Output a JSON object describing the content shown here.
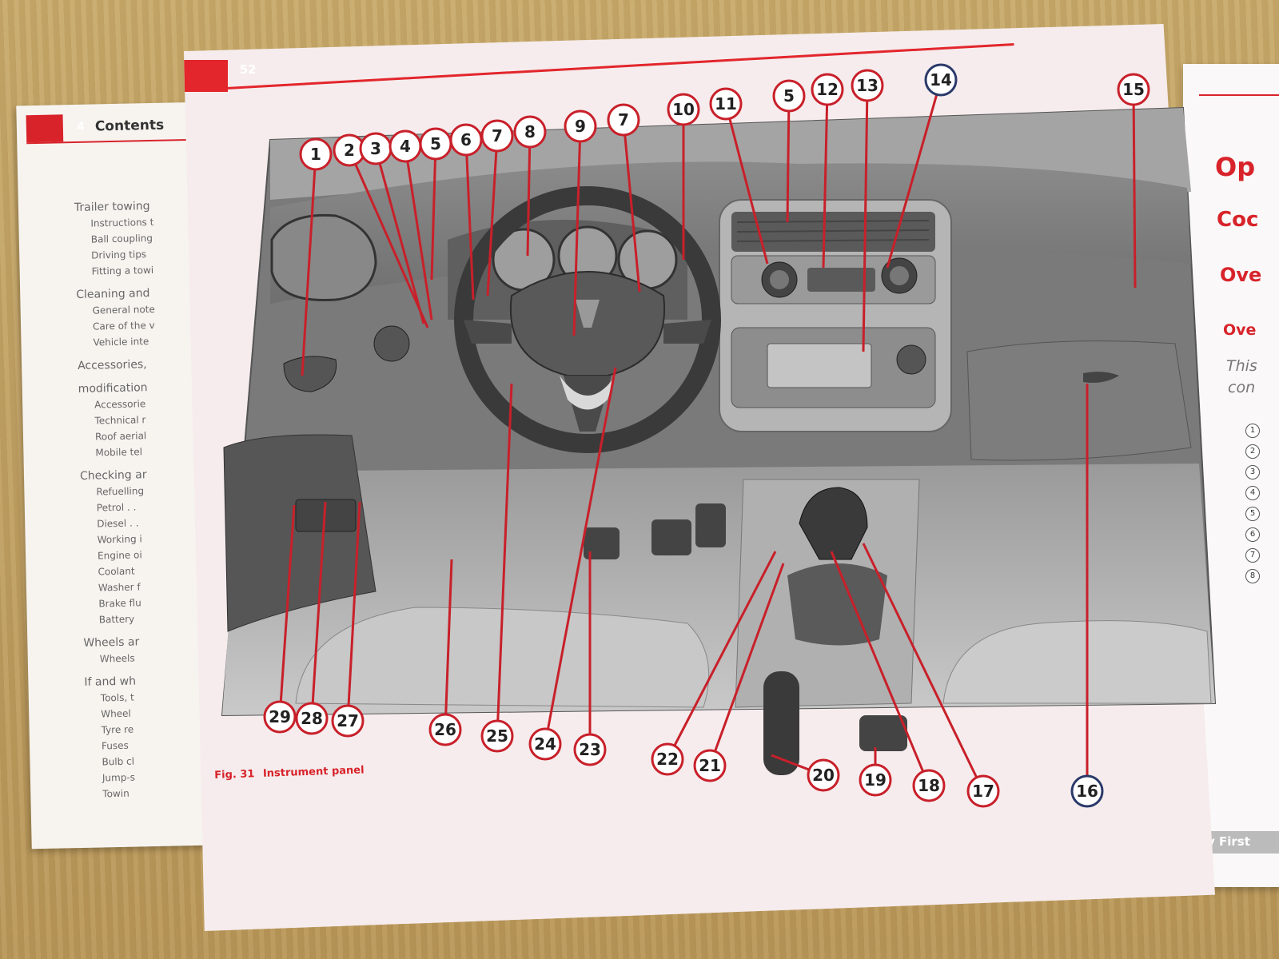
{
  "back_booklet": {
    "page_number": "4",
    "title": "Contents",
    "toc": [
      {
        "text": "Trailer towing",
        "level": "h"
      },
      {
        "text": "Instructions t",
        "level": "s"
      },
      {
        "text": "Ball coupling",
        "level": "s"
      },
      {
        "text": "Driving tips",
        "level": "s"
      },
      {
        "text": "Fitting a towi",
        "level": "s"
      },
      {
        "text": "Cleaning and",
        "level": "h"
      },
      {
        "text": "General note",
        "level": "s"
      },
      {
        "text": "Care of the v",
        "level": "s"
      },
      {
        "text": "Vehicle inte",
        "level": "s"
      },
      {
        "text": "Accessories,",
        "level": "h"
      },
      {
        "text": "modification",
        "level": "h"
      },
      {
        "text": "Accessorie",
        "level": "s"
      },
      {
        "text": "Technical r",
        "level": "s"
      },
      {
        "text": "Roof aerial",
        "level": "s"
      },
      {
        "text": "Mobile tel",
        "level": "s"
      },
      {
        "text": "Checking ar",
        "level": "h"
      },
      {
        "text": "Refuelling",
        "level": "s"
      },
      {
        "text": "Petrol  . .",
        "level": "s"
      },
      {
        "text": "Diesel  . .",
        "level": "s"
      },
      {
        "text": "Working i",
        "level": "s"
      },
      {
        "text": "Engine oi",
        "level": "s"
      },
      {
        "text": "Coolant",
        "level": "s"
      },
      {
        "text": "Washer f",
        "level": "s"
      },
      {
        "text": "Brake flu",
        "level": "s"
      },
      {
        "text": "Battery",
        "level": "s"
      },
      {
        "text": "Wheels ar",
        "level": "h"
      },
      {
        "text": "Wheels",
        "level": "s"
      },
      {
        "text": "If and wh",
        "level": "h"
      },
      {
        "text": "Tools, t",
        "level": "s"
      },
      {
        "text": "Wheel",
        "level": "s"
      },
      {
        "text": "Tyre re",
        "level": "s"
      },
      {
        "text": "Fuses",
        "level": "s"
      },
      {
        "text": "Bulb cl",
        "level": "s"
      },
      {
        "text": "Jump-s",
        "level": "s"
      },
      {
        "text": "Towin",
        "level": "s"
      }
    ]
  },
  "right_booklet": {
    "heading1": "Op",
    "heading2": "Coc",
    "heading3": "Ove",
    "heading4": "Ove",
    "intro_line1": "This",
    "intro_line2": "con",
    "item_numbers": [
      "1",
      "2",
      "3",
      "4",
      "5",
      "6",
      "7",
      "8"
    ],
    "footer": "y First"
  },
  "main_page": {
    "page_number": "52",
    "figure_label": "Fig. 31",
    "figure_caption": "Instrument panel",
    "callouts": [
      "1",
      "2",
      "3",
      "4",
      "5",
      "6",
      "7",
      "8",
      "9",
      "7",
      "10",
      "11",
      "5",
      "12",
      "13",
      "14",
      "15",
      "16",
      "17",
      "18",
      "19",
      "20",
      "21",
      "22",
      "23",
      "24",
      "25",
      "26",
      "27",
      "28",
      "29"
    ]
  },
  "colors": {
    "accent_red": "#d8232a",
    "callout_ring": "#c8202a",
    "callout_ring_blue": "#2a3a6a",
    "paper": "#f6eced",
    "desk": "#c8aa6c"
  }
}
